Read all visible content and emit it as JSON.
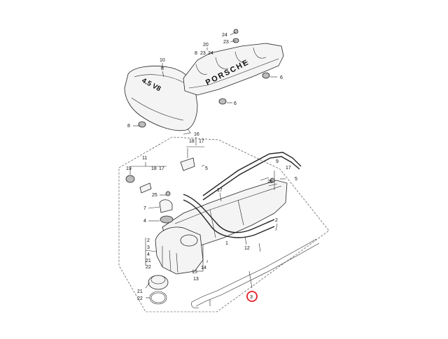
{
  "emblems": {
    "engine_cover_badge": "4.5 V8",
    "brand_script": "PORSCHE"
  },
  "callouts": {
    "c24": "24",
    "c23": "23",
    "c20": "20",
    "c20_sub_8": "8",
    "c20_sub_23": "23",
    "c20_sub_24": "24",
    "c10": "10",
    "c10_sub_8": "8",
    "c6": "6",
    "c8_left": "8",
    "c6_lower": "6",
    "c16": "16",
    "c16_sub_18": "18",
    "c16_sub_17": "17",
    "c5_upper": "5",
    "c9": "9",
    "c26": "26",
    "c17_right": "17",
    "c5_right": "5",
    "c17_mid": "17",
    "c11": "11",
    "c19": "19",
    "c11_sub_18": "18",
    "c11_sub_17": "17",
    "c25": "25",
    "c7": "7",
    "c4": "4",
    "c2_right": "2",
    "c1": "1",
    "c12": "12",
    "grp_2": "2",
    "grp_3": "3",
    "grp_4": "4",
    "grp_21": "21",
    "grp_22": "22",
    "c13": "13",
    "c14": "14",
    "c15": "15",
    "c21": "21",
    "c22": "22",
    "c3_highlight": "3"
  },
  "colors": {
    "highlight_circle": "#e0202a",
    "line": "#222222",
    "part_fill": "#f4f4f4",
    "dark_fill": "#bdbdbd"
  }
}
